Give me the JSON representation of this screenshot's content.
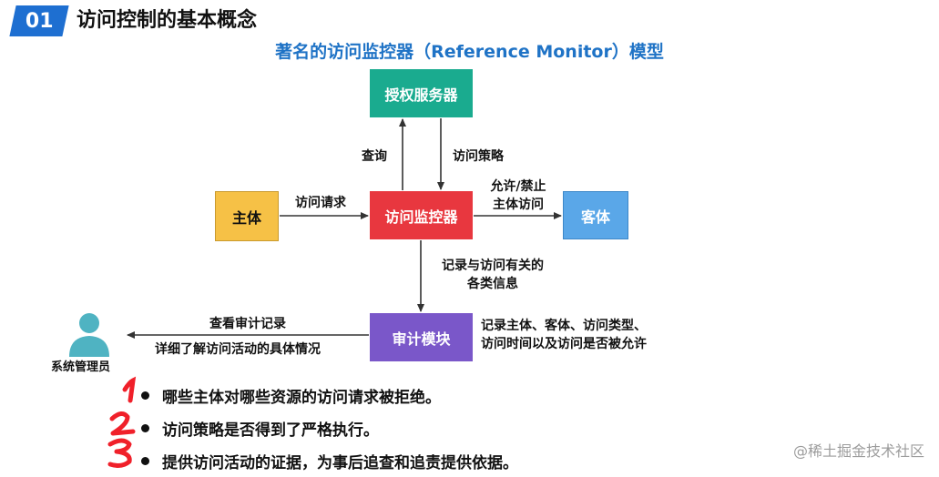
{
  "header": {
    "number": "01",
    "title": "访问控制的基本概念"
  },
  "diagram": {
    "title": "著名的访问监控器（Reference Monitor）模型",
    "nodes": {
      "auth_server": "授权服务器",
      "subject": "主体",
      "monitor": "访问监控器",
      "object": "客体",
      "audit": "审计模块"
    },
    "edges": {
      "query": "查询",
      "access_policy": "访问策略",
      "access_request": "访问请求",
      "allow_deny_line1": "允许/禁止",
      "allow_deny_line2": "主体访问",
      "record_line1": "记录与访问有关的",
      "record_line2": "各类信息",
      "view_audit": "查看审计记录",
      "detail_activity": "详细了解访问活动的具体情况"
    },
    "audit_note_line1": "记录主体、客体、访问类型、",
    "audit_note_line2": "访问时间以及访问是否被允许",
    "user_label": "系统管理员"
  },
  "bullets": [
    "哪些主体对哪些资源的访问请求被拒绝。",
    "访问策略是否得到了严格执行。",
    "提供访问活动的证据，为事后追查和追责提供依据。"
  ],
  "watermark": "@稀土掘金技术社区",
  "colors": {
    "tag": "#1e6fd1",
    "title_blue": "#1f73c6",
    "auth": "#1aab8f",
    "subject": "#f6c146",
    "monitor": "#e8373f",
    "object": "#5aa7e8",
    "audit": "#7a57c9",
    "user_icon": "#4fb3c2",
    "handwriting": "#f0202a"
  }
}
